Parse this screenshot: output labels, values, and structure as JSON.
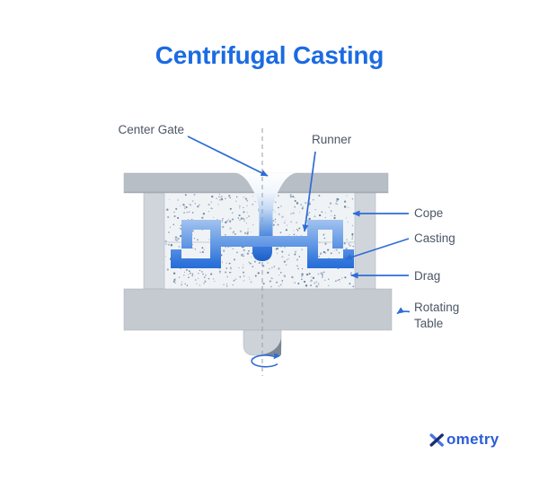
{
  "title": "Centrifugal Casting",
  "labels": {
    "center_gate": "Center Gate",
    "runner": "Runner",
    "cope": "Cope",
    "casting": "Casting",
    "drag": "Drag",
    "rotating_table": "Rotating\nTable"
  },
  "logo": {
    "wordmark": "Xometry",
    "wordmark_rest": "ometry"
  },
  "icons": {
    "rotation_arrow": "elliptical-arc-arrow-around-spindle-axis",
    "xometry_x": "two-crossing-rounded-strokes"
  },
  "colors": {
    "title_blue": "#1b6be2",
    "arrow_blue": "#2f6cd6",
    "label_text": "#4b5765",
    "metal_light": "#a6c6f0",
    "metal_dark": "#1b60cd",
    "pour_white": "#ffffff",
    "plate_gray": "#b8bec6",
    "wall_gray": "#d0d5db",
    "table_gray": "#c5cad1",
    "sand": "#f0f3f6",
    "speckle": "#8fa2b8",
    "axis_gray": "#949da9",
    "logo_blue": "#2c5cd8",
    "logo_navy": "#1b2d6e"
  }
}
